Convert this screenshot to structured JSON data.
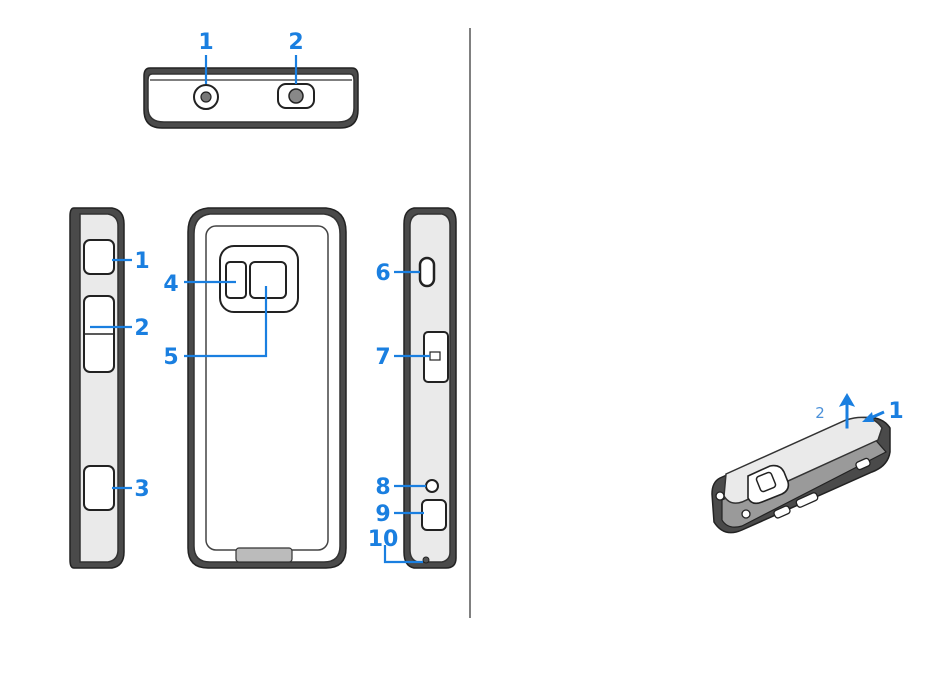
{
  "figure": {
    "top_view": {
      "labels": [
        "1",
        "2"
      ]
    },
    "side_back_views": {
      "labels": [
        "1",
        "2",
        "3",
        "4",
        "5",
        "6",
        "7",
        "8",
        "9",
        "10"
      ]
    },
    "cover_removal": {
      "labels": [
        "1",
        "2"
      ]
    }
  },
  "colors": {
    "callout": "#1a7fe0",
    "device_outline": "#333333",
    "device_dark": "#4a4a4a",
    "divider": "#000000"
  }
}
